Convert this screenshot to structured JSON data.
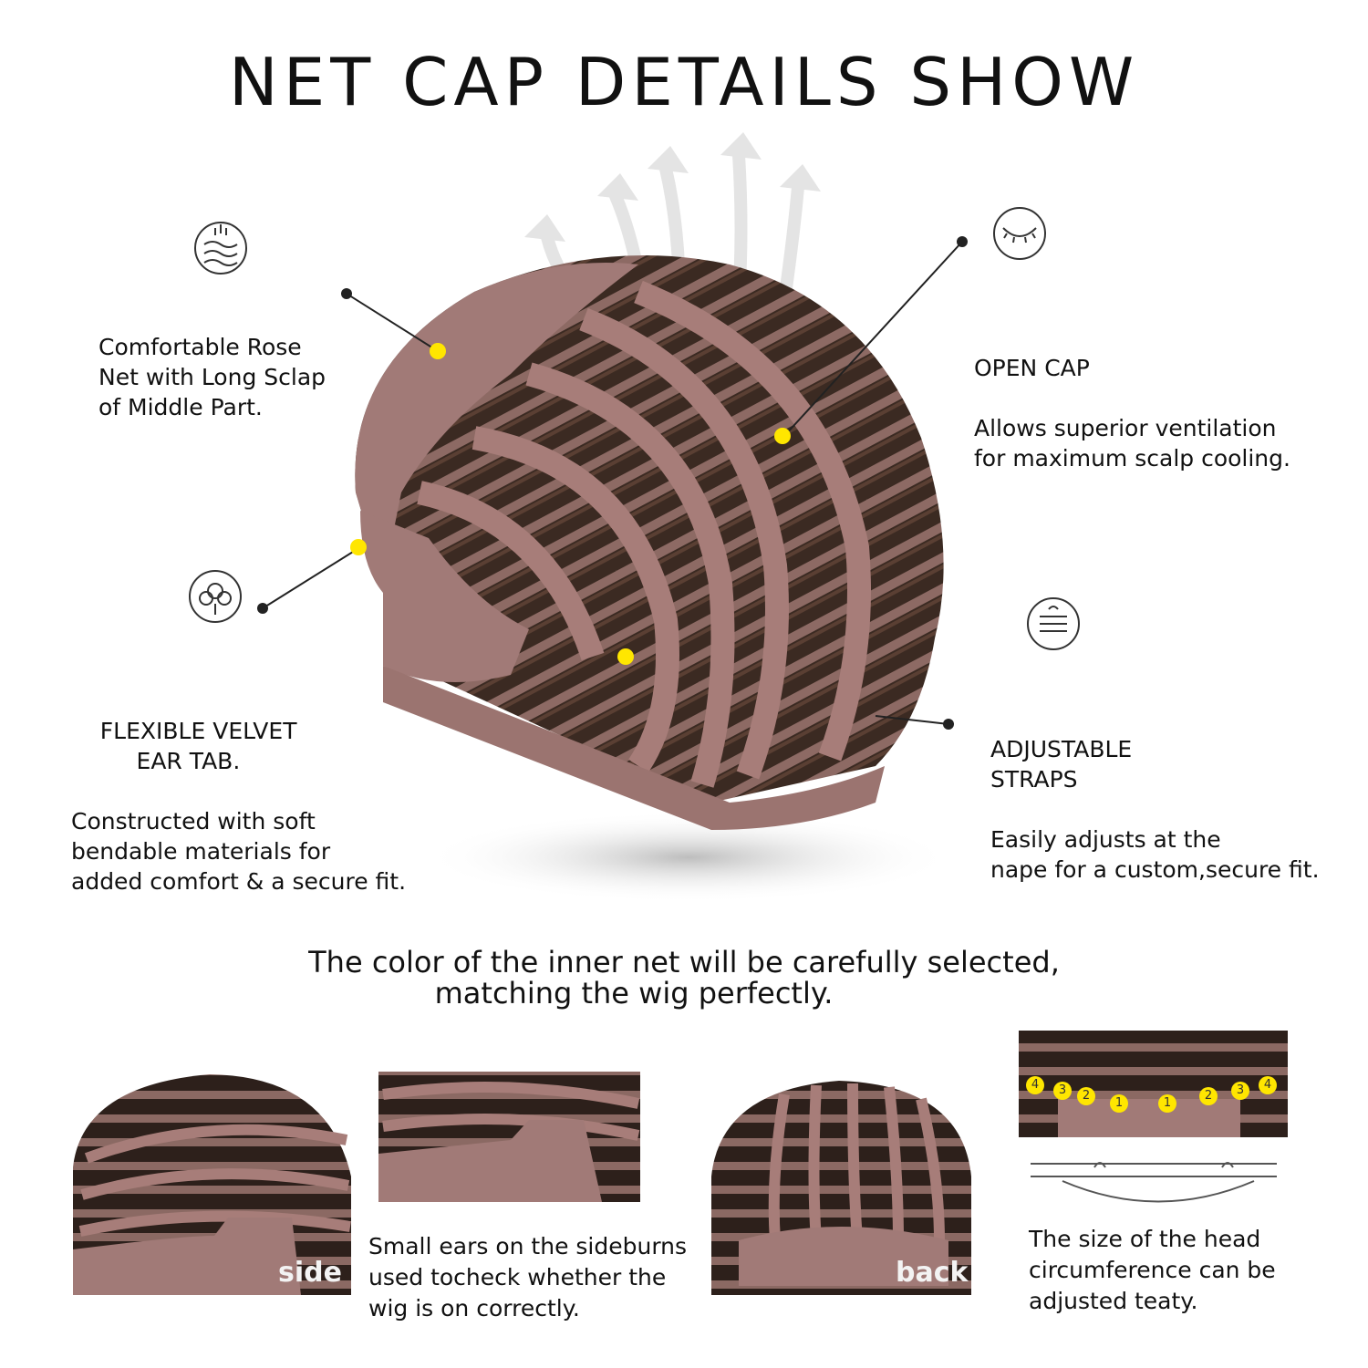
{
  "title": "NET CAP DETAILS SHOW",
  "callouts": {
    "rose_net": "Comfortable Rose\nNet with Long Sclap\nof Middle Part.",
    "open_cap_title": "OPEN CAP",
    "open_cap_body": "Allows superior ventilation\nfor maximum scalp cooling.",
    "ear_tab_title": "    FLEXIBLE VELVET\n         EAR TAB.",
    "ear_tab_body": "Constructed with soft\nbendable materials for\nadded comfort & a secure fit.",
    "straps_title": "ADJUSTABLE\nSTRAPS",
    "straps_body": "Easily adjusts at the\nnape for a custom,secure fit."
  },
  "icons": [
    "wave-fabric-icon",
    "eye-mask-icon",
    "cotton-flower-icon",
    "breathable-layers-icon"
  ],
  "subtitle": {
    "line1": "The color of the inner net will be carefully selected,",
    "line2": "matching the wig perfectly."
  },
  "thumbnails": {
    "side_label": "side",
    "back_label": "back",
    "strap_numbers": [
      "4",
      "3",
      "2",
      "1",
      "1",
      "2",
      "3",
      "4"
    ]
  },
  "captions": {
    "ears": "Small ears on the sideburns\nused tocheck whether the\nwig is on correctly.",
    "size": "The size of the head\ncircumference can be\nadjusted teaty."
  },
  "colors": {
    "net": "#9a6e6c",
    "hair": "#3a2a22",
    "dot": "#ffe600"
  }
}
